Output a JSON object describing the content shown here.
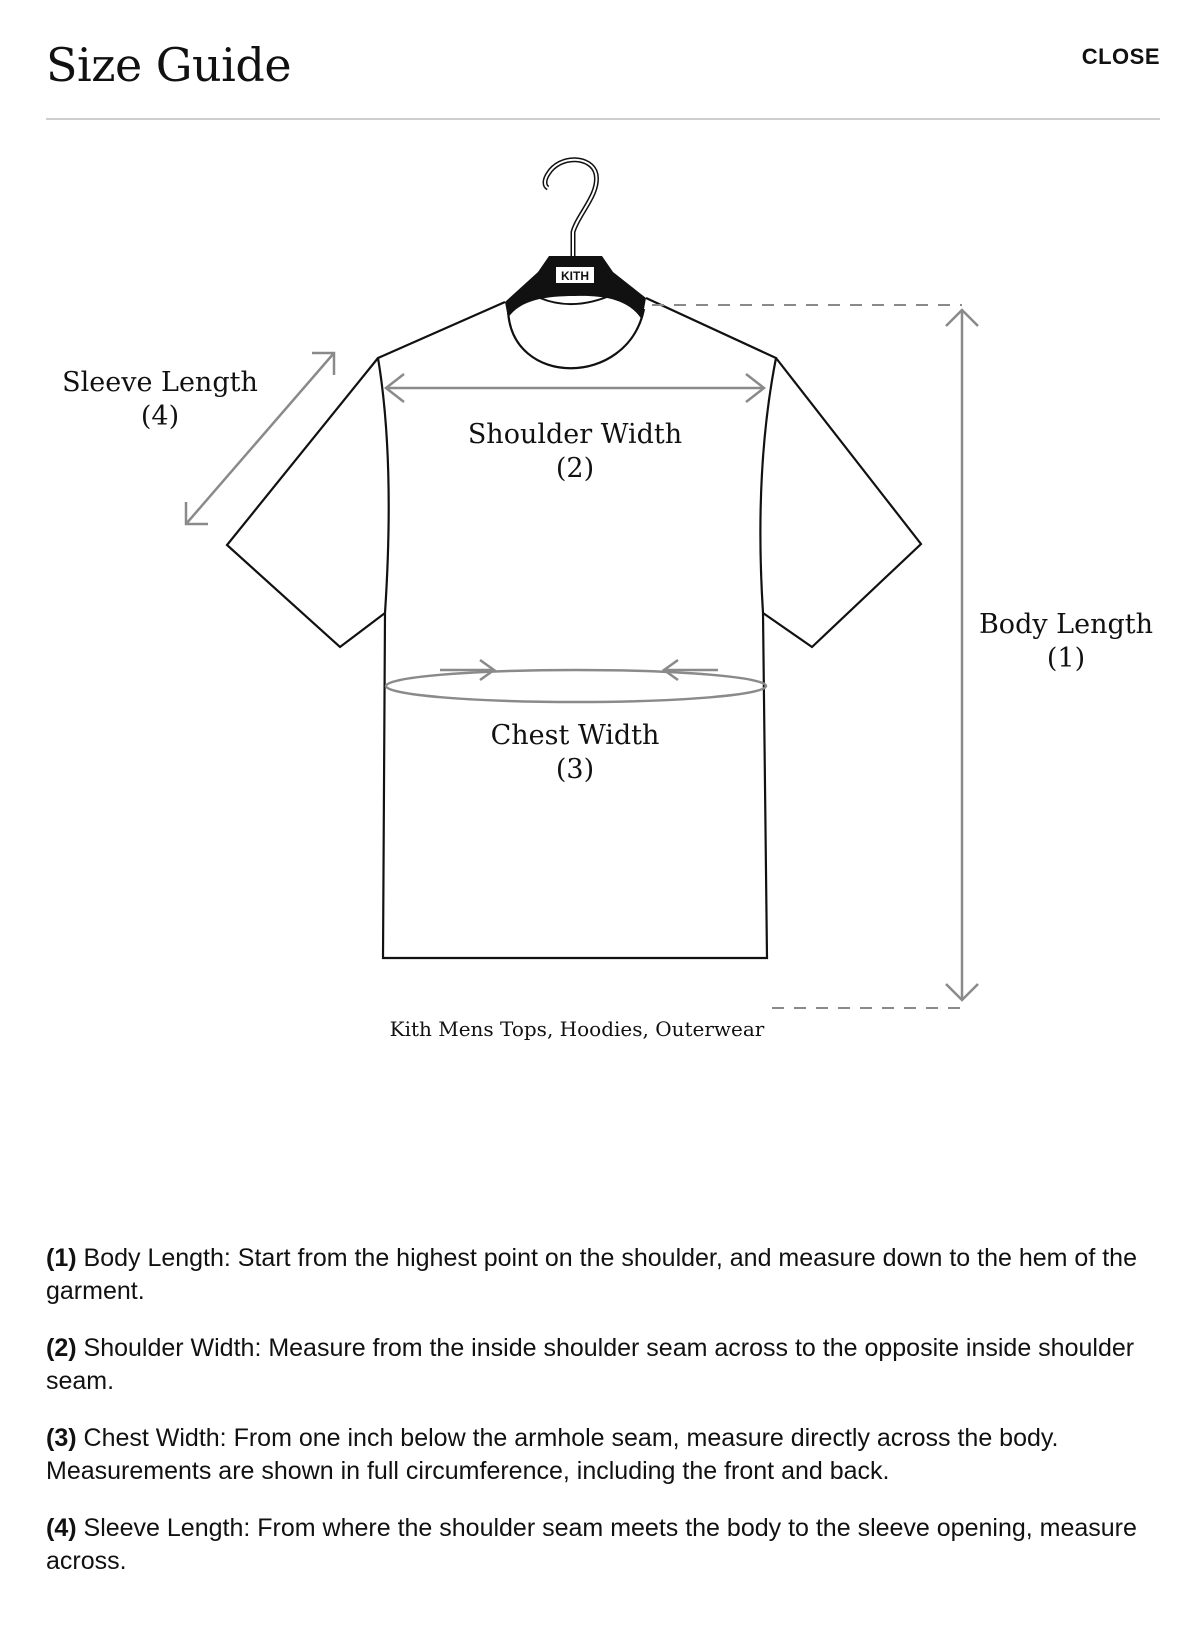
{
  "header": {
    "title": "Size Guide",
    "close_label": "CLOSE"
  },
  "diagram": {
    "hanger_brand": "KITH",
    "labels": {
      "sleeve_length": "Sleeve Length",
      "sleeve_length_num": "(4)",
      "shoulder_width": "Shoulder Width",
      "shoulder_width_num": "(2)",
      "chest_width": "Chest Width",
      "chest_width_num": "(3)",
      "body_length": "Body Length",
      "body_length_num": "(1)"
    },
    "caption": "Kith Mens Tops, Hoodies, Outerwear"
  },
  "measurements": [
    {
      "num": "(1)",
      "text": "Body Length: Start from the highest point on the shoulder, and measure down to the hem of the garment."
    },
    {
      "num": "(2)",
      "text": "Shoulder Width: Measure from the inside shoulder seam across to the opposite inside shoulder seam."
    },
    {
      "num": "(3)",
      "text": "Chest Width: From one inch below the armhole seam, measure directly across the body. Measurements are shown in full circumference, including the front and back."
    },
    {
      "num": "(4)",
      "text": "Sleeve Length: From where the shoulder seam meets the body to the sleeve opening, measure across."
    }
  ],
  "colors": {
    "text": "#111111",
    "arrow": "#8a8a8a",
    "divider": "#cfcfcf"
  }
}
